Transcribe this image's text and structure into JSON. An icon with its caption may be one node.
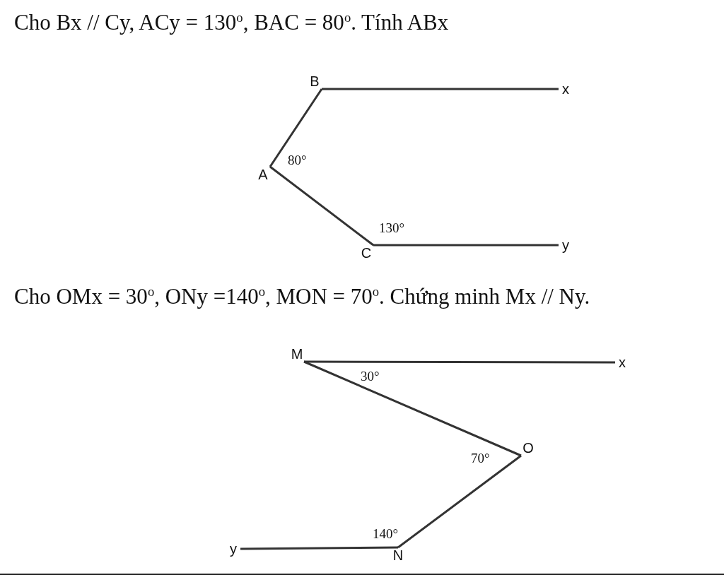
{
  "diagram": {
    "nodes": [
      {
        "text": [
          "B"
        ]
      },
      {
        "text": [
          "x"
        ]
      },
      {
        "text": [
          "A"
        ]
      },
      {
        "text": [
          "C"
        ]
      },
      {
        "text": [
          "y"
        ]
      },
      {
        "text": [
          "M"
        ]
      },
      {
        "text": [
          "x"
        ]
      },
      {
        "text": [
          "O"
        ]
      },
      {
        "text": [
          "N"
        ]
      },
      {
        "text": [
          "y"
        ]
      }
    ],
    "edges": [
      {
        "from": 0,
        "to": 1,
        "arrow": "none"
      },
      {
        "from": 2,
        "to": 0,
        "arrow": "none"
      },
      {
        "from": 2,
        "to": 3,
        "arrow": "none"
      },
      {
        "from": 3,
        "to": 4,
        "arrow": "none"
      },
      {
        "from": 5,
        "to": 6,
        "arrow": "none"
      },
      {
        "from": 5,
        "to": 7,
        "arrow": "none"
      },
      {
        "from": 7,
        "to": 8,
        "arrow": "none"
      },
      {
        "from": 9,
        "to": 8,
        "arrow": "none"
      }
    ],
    "labels": [
      "Cho Bx // Cy, ACy = 130$^{o}$, BAC = 80$^{o}$. Tính ABx",
      "80°",
      "130°",
      "Cho OMx = 30$^{o}$, ONy =140$^{o}$, MON = 70$^{o}$. Chứng minh Mx // Ny.",
      "30°",
      "70°",
      "140°"
    ]
  }
}
